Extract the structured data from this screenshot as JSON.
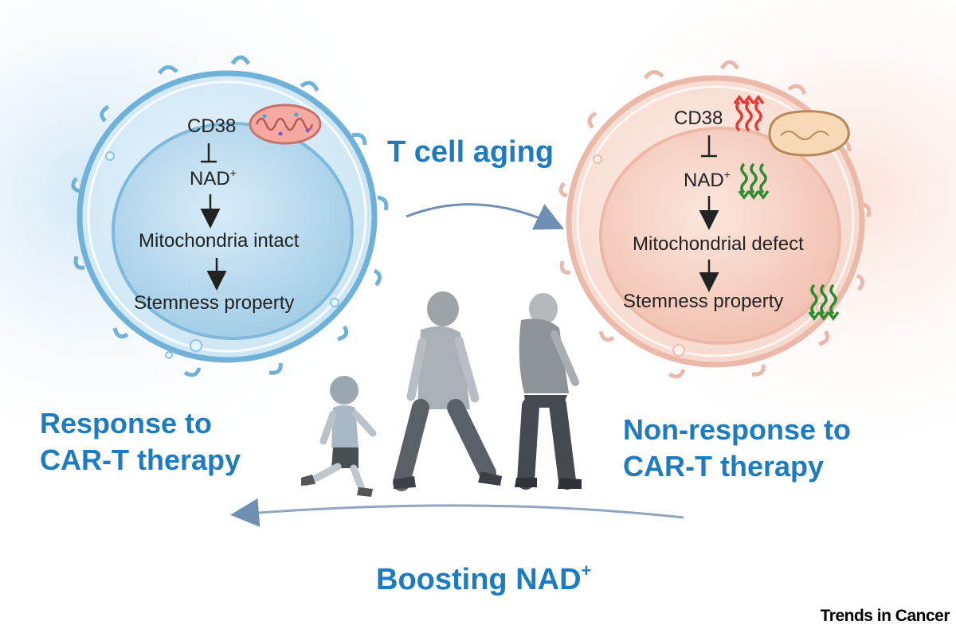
{
  "left_cell": {
    "cd38": "CD38",
    "nad": "NAD",
    "nad_sup": "+",
    "mito": "Mitochondria intact",
    "stemness": "Stemness property"
  },
  "right_cell": {
    "cd38": "CD38",
    "nad": "NAD",
    "nad_sup": "+",
    "mito": "Mitochondrial defect",
    "stemness": "Stemness property"
  },
  "top_arrow_label": "T cell aging",
  "left_outcome": {
    "line1": "Response to",
    "line2": "CAR-T therapy"
  },
  "right_outcome": {
    "line1": "Non-response to",
    "line2": "CAR-T therapy"
  },
  "bottom_arrow_label": {
    "text": "Boosting NAD",
    "sup": "+"
  },
  "journal": "Trends in Cancer",
  "colors": {
    "accent_blue": "#1f7bbf",
    "left_cell": "#a9d3ea",
    "right_cell": "#f2c9bd",
    "increase": "#e53935",
    "decrease": "#2e8b2e"
  },
  "icons": [
    "mitochondrion-healthy-icon",
    "mitochondrion-aged-icon",
    "increase-wavy-arrows-icon",
    "decrease-wavy-arrows-icon",
    "child-figure",
    "adult-figure",
    "elderly-figure"
  ]
}
